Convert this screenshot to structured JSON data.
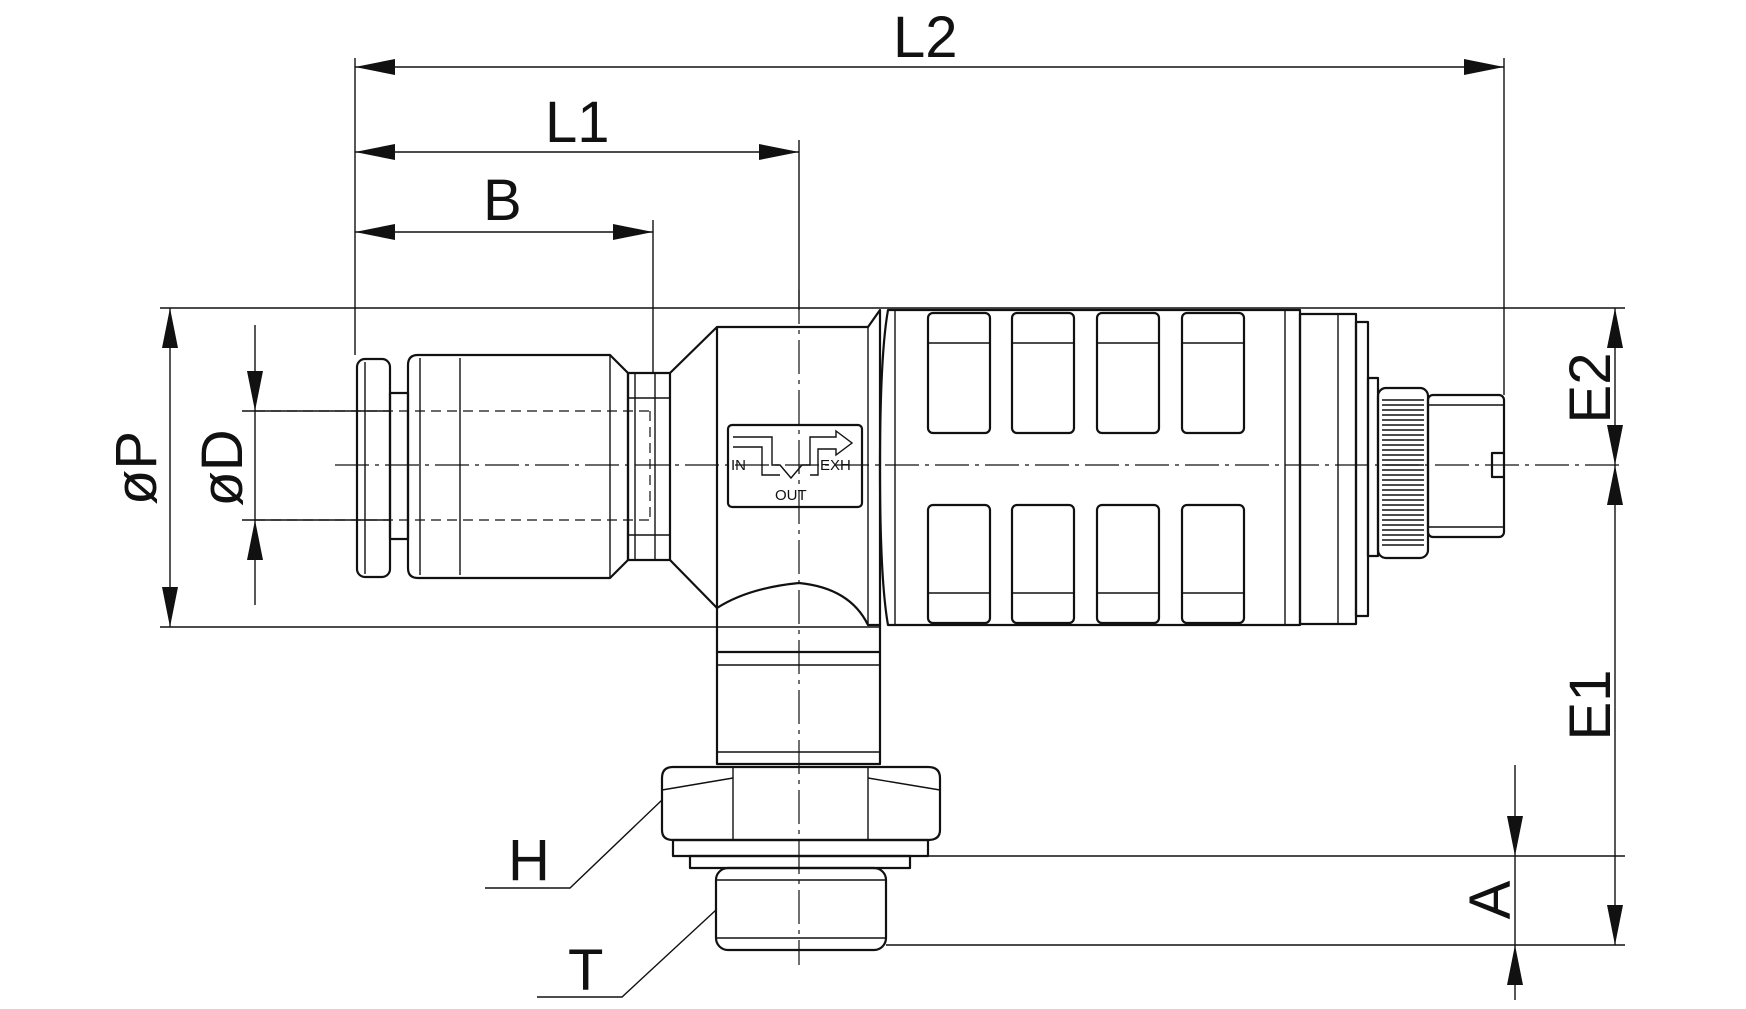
{
  "dimensions": {
    "L2": "L2",
    "L1": "L1",
    "B": "B",
    "P": "øP",
    "D": "øD",
    "E2": "E2",
    "E1": "E1",
    "A": "A",
    "H": "H",
    "T": "T"
  },
  "flow_symbol": {
    "in": "IN",
    "exh": "EXH",
    "out": "OUT"
  }
}
